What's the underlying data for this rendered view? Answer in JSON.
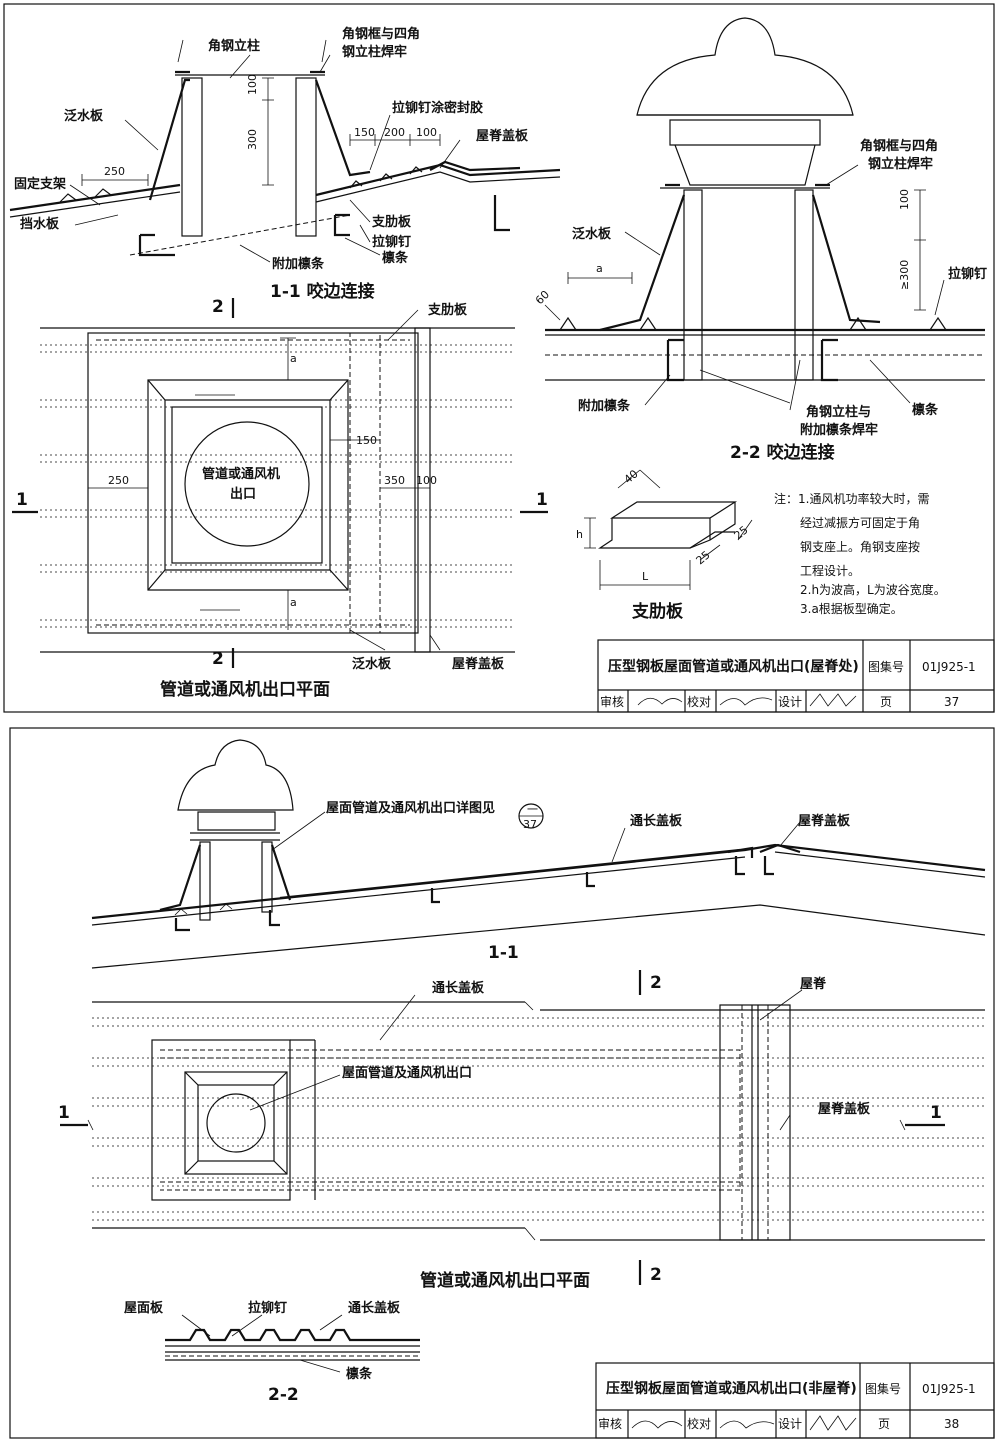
{
  "sheet1": {
    "title": "压型钢板屋面管道或通风机出口(屋脊处)",
    "atlas_label": "图集号",
    "atlas_no": "01J925-1",
    "review_label": "审核",
    "check_label": "校对",
    "design_label": "设计",
    "page_label": "页",
    "page_no": "37",
    "section11": {
      "caption": "1-1  咬边连接",
      "labels": {
        "angle_post": "角钢立柱",
        "frame_weld_1": "角钢框与四角",
        "frame_weld_2": "钢立柱焊牢",
        "flashing": "泛水板",
        "rivet_seal": "拉铆钉涂密封胶",
        "ridge_cover": "屋脊盖板",
        "fix_bracket": "固定支架",
        "water_stop": "挡水板",
        "rib_plate": "支肋板",
        "rivet": "拉铆钉",
        "extra_purlin": "附加檩条",
        "purlin": "檩条"
      },
      "dims": {
        "d100": "100",
        "d300": "300",
        "d150": "150",
        "d200": "200",
        "d100b": "100",
        "d250": "250"
      }
    },
    "section22": {
      "caption": "2-2 咬边连接",
      "labels": {
        "frame_weld_1": "角钢框与四角",
        "frame_weld_2": "钢立柱焊牢",
        "flashing": "泛水板",
        "rivet": "拉铆钉",
        "extra_purlin": "附加檩条",
        "post_weld_1": "角钢立柱与",
        "post_weld_2": "附加檩条焊牢",
        "purlin": "檩条"
      },
      "dims": {
        "a": "a",
        "d60": "60",
        "d100": "100",
        "d300": "≥300"
      }
    },
    "plan": {
      "caption": "管道或通风机出口平面",
      "outlet_1": "管道或通风机",
      "outlet_2": "出口",
      "rib_plate": "支肋板",
      "flashing": "泛水板",
      "ridge_cover": "屋脊盖板",
      "cut2": "2",
      "cut1": "1",
      "dims": {
        "a": "a",
        "d150": "150",
        "d250": "250",
        "d350": "350",
        "d100": "100"
      }
    },
    "rib_detail": {
      "caption": "支肋板",
      "dims": {
        "d40": "40",
        "h": "h",
        "L": "L",
        "d25a": "25",
        "d25b": "25"
      }
    },
    "notes": {
      "n0": "注：1.通风机功率较大时，需",
      "n1": "经过减振方可固定于角",
      "n2": "钢支座上。角钢支座按",
      "n3": "工程设计。",
      "n4": "2.h为波高，L为波谷宽度。",
      "n5": "3.a根据板型确定。"
    }
  },
  "sheet2": {
    "title": "压型钢板屋面管道或通风机出口(非屋脊)",
    "atlas_label": "图集号",
    "atlas_no": "01J925-1",
    "review_label": "审核",
    "check_label": "校对",
    "design_label": "设计",
    "page_label": "页",
    "page_no": "38",
    "section11": {
      "caption": "1-1",
      "detail_ref": "屋面管道及通风机出口详图见",
      "ref_top": "一",
      "ref_bottom": "37",
      "long_cover": "通长盖板",
      "ridge_cover": "屋脊盖板"
    },
    "plan": {
      "caption": "管道或通风机出口平面",
      "long_cover": "通长盖板",
      "ridge": "屋脊",
      "outlet": "屋面管道及通风机出口",
      "ridge_cover": "屋脊盖板",
      "cut2": "2",
      "cut1": "1"
    },
    "section22": {
      "caption": "2-2",
      "roof_plate": "屋面板",
      "rivet": "拉铆钉",
      "long_cover": "通长盖板",
      "purlin": "檩条"
    }
  }
}
